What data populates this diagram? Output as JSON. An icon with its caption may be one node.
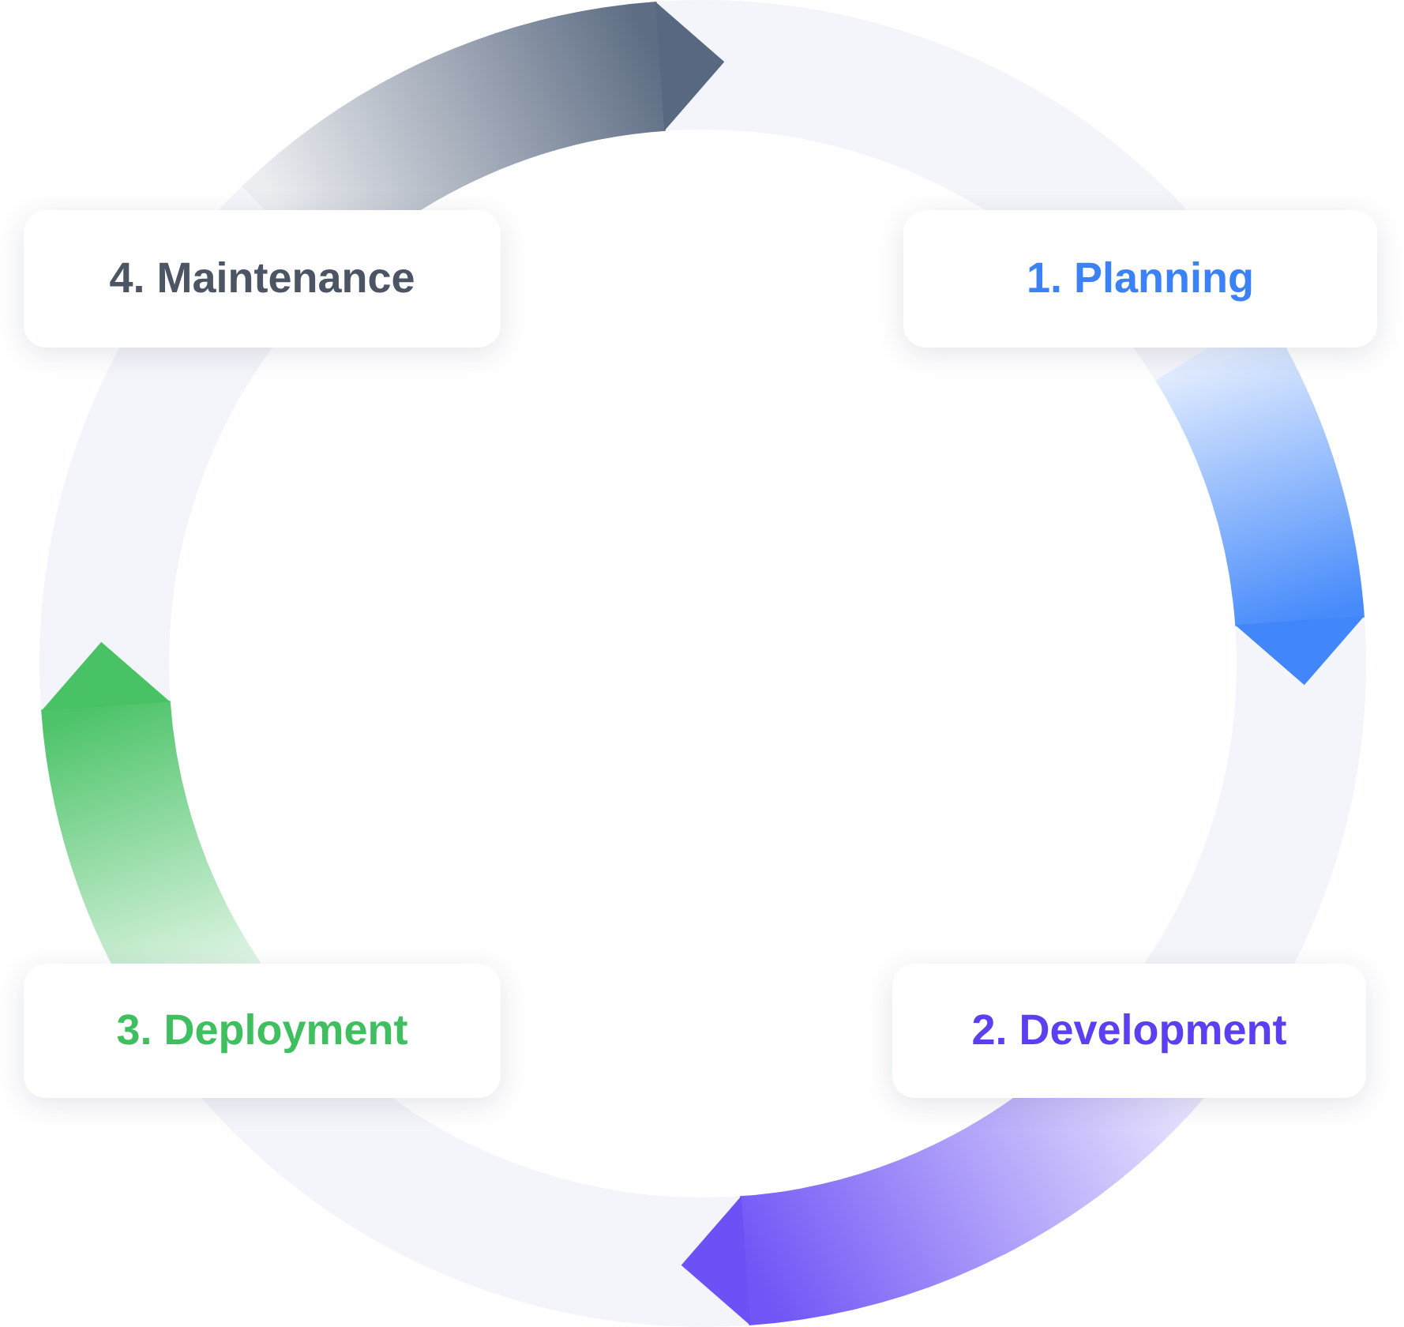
{
  "diagram": {
    "nodes": [
      {
        "text": [
          "1. Planning"
        ]
      },
      {
        "text": [
          "2. Development"
        ]
      },
      {
        "text": [
          "3. Deployment"
        ]
      },
      {
        "text": [
          "4. Maintenance"
        ]
      }
    ],
    "edges": [
      {
        "from": 0,
        "to": 1,
        "arrow": "to",
        "color": "#3d85fb"
      },
      {
        "from": 1,
        "to": 2,
        "arrow": "to",
        "color": "#6a4cf6"
      },
      {
        "from": 2,
        "to": 3,
        "arrow": "to",
        "color": "#45c162"
      },
      {
        "from": 3,
        "to": 0,
        "arrow": "to",
        "color": "#56657e"
      }
    ]
  }
}
